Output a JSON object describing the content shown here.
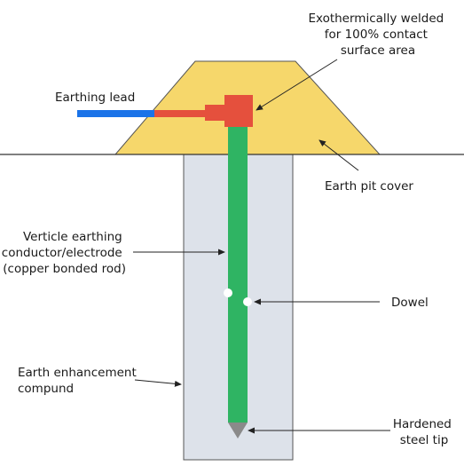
{
  "labels": {
    "welded": [
      "Exothermically welded",
      "for 100% contact",
      "surface area"
    ],
    "earthing_lead": "Earthing lead",
    "pit_cover": "Earth pit cover",
    "electrode": [
      "Verticle earthing",
      "conductor/electrode",
      "(copper bonded rod)"
    ],
    "dowel": "Dowel",
    "enhancement": [
      "Earth enhancement",
      "compund"
    ],
    "tip": [
      "Hardened",
      "steel tip"
    ]
  },
  "colors": {
    "pit_cover": "#f6d76b",
    "bore": "#dde2ea",
    "rod": "#2fb463",
    "lead_blue": "#1a73e8",
    "weld": "#e5503d",
    "tip": "#8a8a8a",
    "outline": "#333333"
  }
}
